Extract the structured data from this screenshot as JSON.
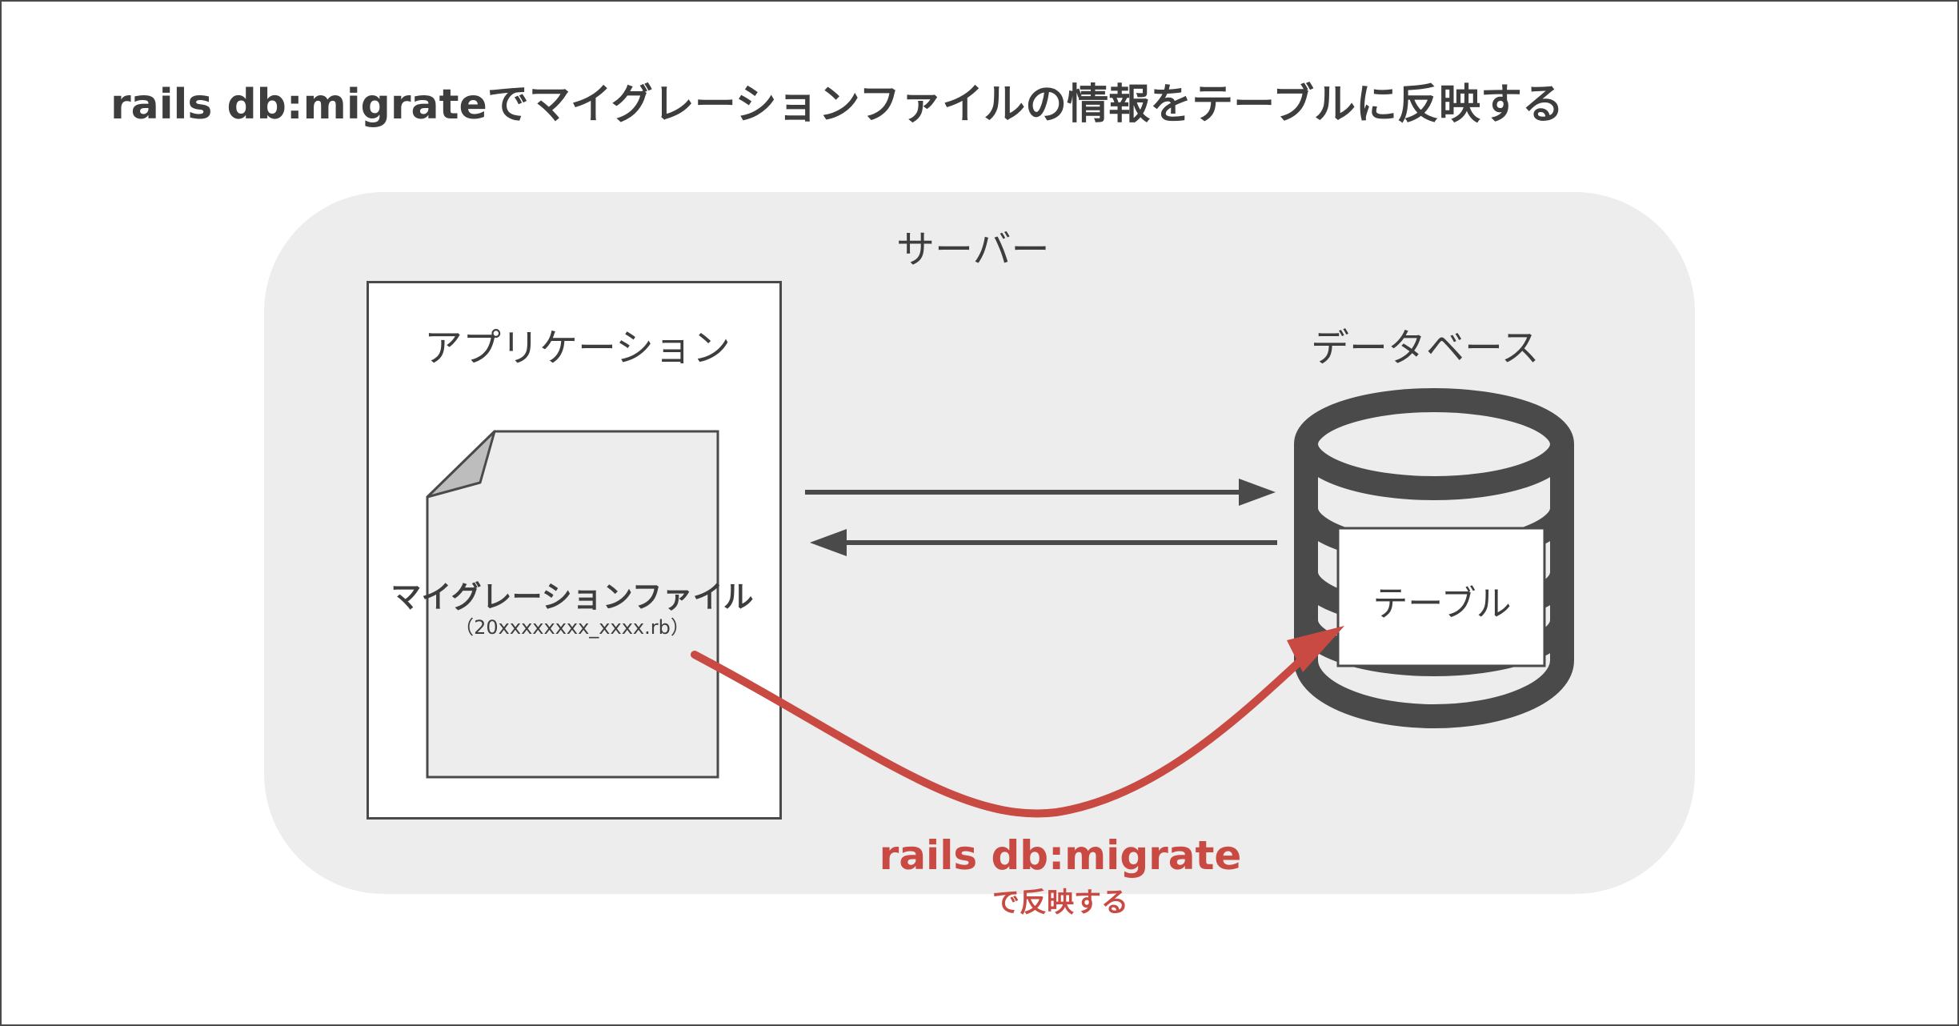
{
  "title": "rails db:migrateでマイグレーションファイルの情報をテーブルに反映する",
  "server": {
    "label": "サーバー"
  },
  "application": {
    "label": "アプリケーション",
    "file": {
      "title": "マイグレーションファイル",
      "name": "（20xxxxxxxx_xxxx.rb）"
    }
  },
  "database": {
    "label": "データベース",
    "table_label": "テーブル"
  },
  "migration": {
    "command": "rails db:migrate",
    "caption": "で反映する"
  },
  "colors": {
    "text": "#3d3d3d",
    "server_bg": "#ededed",
    "accent_red": "#c94a43",
    "db_gray": "#4a4a4a"
  },
  "icons": [
    "document-icon",
    "database-icon",
    "arrow-right-icon",
    "arrow-left-icon",
    "migrate-arrow-icon"
  ]
}
